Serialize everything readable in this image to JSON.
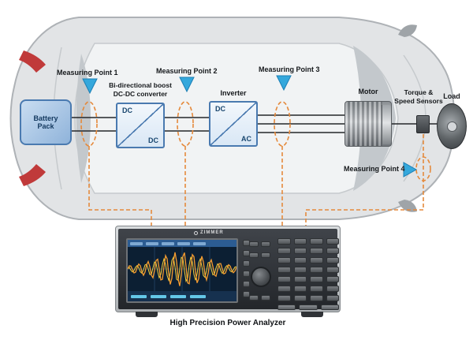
{
  "diagram": {
    "measuring_points": [
      {
        "label": "Measuring Point 1"
      },
      {
        "label": "Measuring Point 2"
      },
      {
        "label": "Measuring Point 3"
      },
      {
        "label": "Measuring Point 4"
      }
    ],
    "battery": {
      "label": "Battery Pack"
    },
    "dcdc": {
      "title": "Bi-directional boost\nDC-DC converter",
      "input_label": "DC",
      "output_label": "DC"
    },
    "inverter": {
      "title": "Inverter",
      "input_label": "DC",
      "output_label": "AC"
    },
    "motor": {
      "label": "Motor"
    },
    "sensors": {
      "label": "Torque &\nSpeed Sensors"
    },
    "load": {
      "label": "Load"
    },
    "analyzer": {
      "brand": "ZIMMER",
      "caption": "High Precision Power Analyzer"
    },
    "colors": {
      "dashed_orange": "#E58A3C",
      "marker_blue": "#35A8DC",
      "box_border_blue": "#4A7AB0",
      "battery_fill": "#8FB3DA",
      "screen_blue": "#0C1F33",
      "waveform_orange": "#F59B30",
      "waveform_yellow": "#F5D33C"
    }
  }
}
